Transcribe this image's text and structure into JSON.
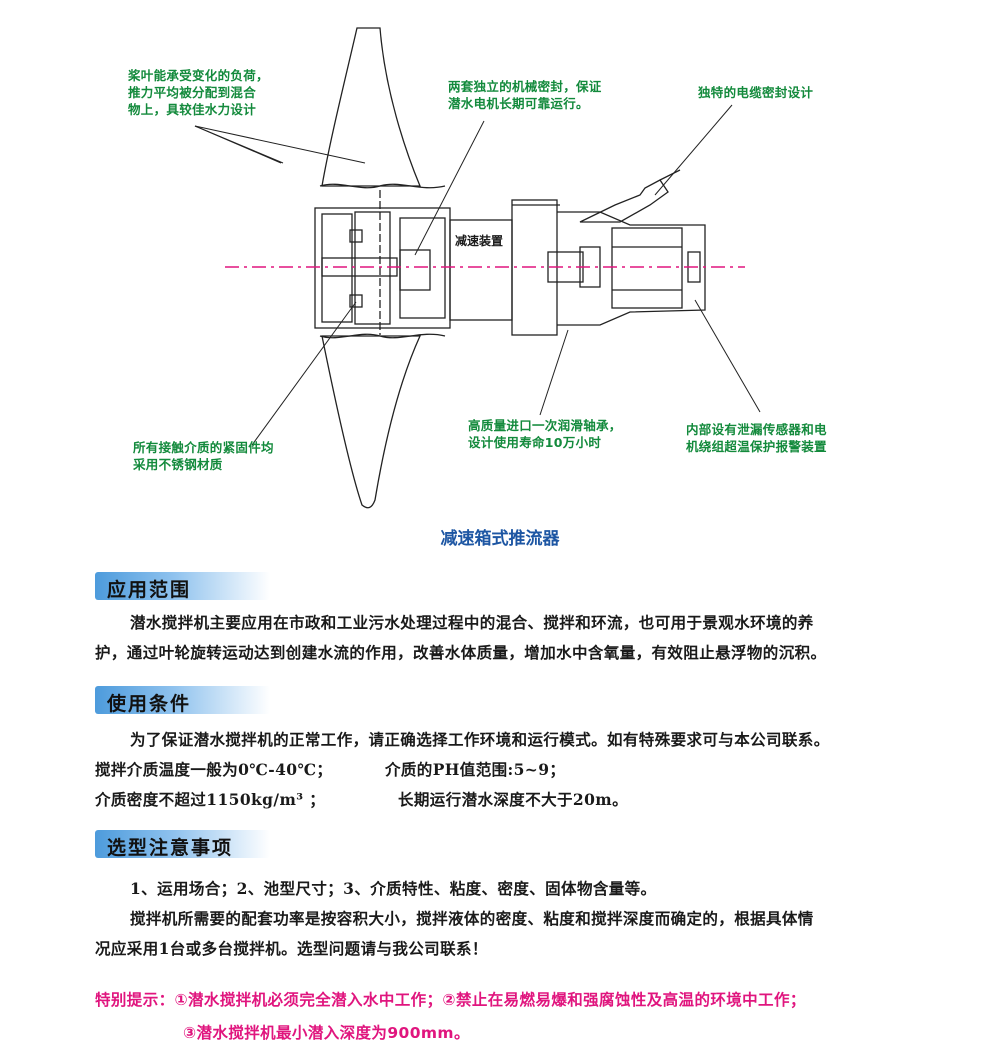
{
  "diagram": {
    "title": "减速箱式推流器",
    "inner_label": "减速装置",
    "annotations": [
      "桨叶能承受变化的负荷，\n推力平均被分配到混合\n物上，具较佳水力设计",
      "两套独立的机械密封，保证\n潜水电机长期可靠运行。",
      "独特的电缆密封设计",
      "所有接触介质的紧固件均\n采用不锈钢材质",
      "高质量进口一次润滑轴承，\n设计使用寿命10万小时",
      "内部设有泄漏传感器和电\n机绕组超温保护报警装置"
    ],
    "colors": {
      "annotation": "#138a3c",
      "title": "#1d56a3",
      "centerline": "#e0157e"
    }
  },
  "sections": [
    {
      "heading": "应用范围",
      "lines": [
        "潜水搅拌机主要应用在市政和工业污水处理过程中的混合、搅拌和环流，也可用于景观水环境的养",
        "护，通过叶轮旋转运动达到创建水流的作用，改善水体质量，增加水中含氧量，有效阻止悬浮物的沉积。"
      ]
    },
    {
      "heading": "使用条件",
      "lines": [
        "为了保证潜水搅拌机的正常工作，请正确选择工作环境和运行模式。如有特殊要求可与本公司联系。",
        "搅拌介质温度一般为0℃-40℃；",
        "介质的PH值范围:5~9；",
        "介质密度不超过1150kg/m³ ；",
        "长期运行潜水深度不大于20m。"
      ]
    },
    {
      "heading": "选型注意事项",
      "lines": [
        "1、运用场合；2、池型尺寸；3、介质特性、粘度、密度、固体物含量等。",
        "搅拌机所需要的配套功率是按容积大小，搅拌液体的密度、粘度和搅拌深度而确定的，根据具体情",
        "况应采用1台或多台搅拌机。选型问题请与我公司联系！"
      ]
    }
  ],
  "notice": {
    "line1": "特别提示：①潜水搅拌机必须完全潜入水中工作；②禁止在易燃易爆和强腐蚀性及高温的环境中工作；",
    "line2": "③潜水搅拌机最小潜入深度为900mm。",
    "color": "#e0157e"
  }
}
